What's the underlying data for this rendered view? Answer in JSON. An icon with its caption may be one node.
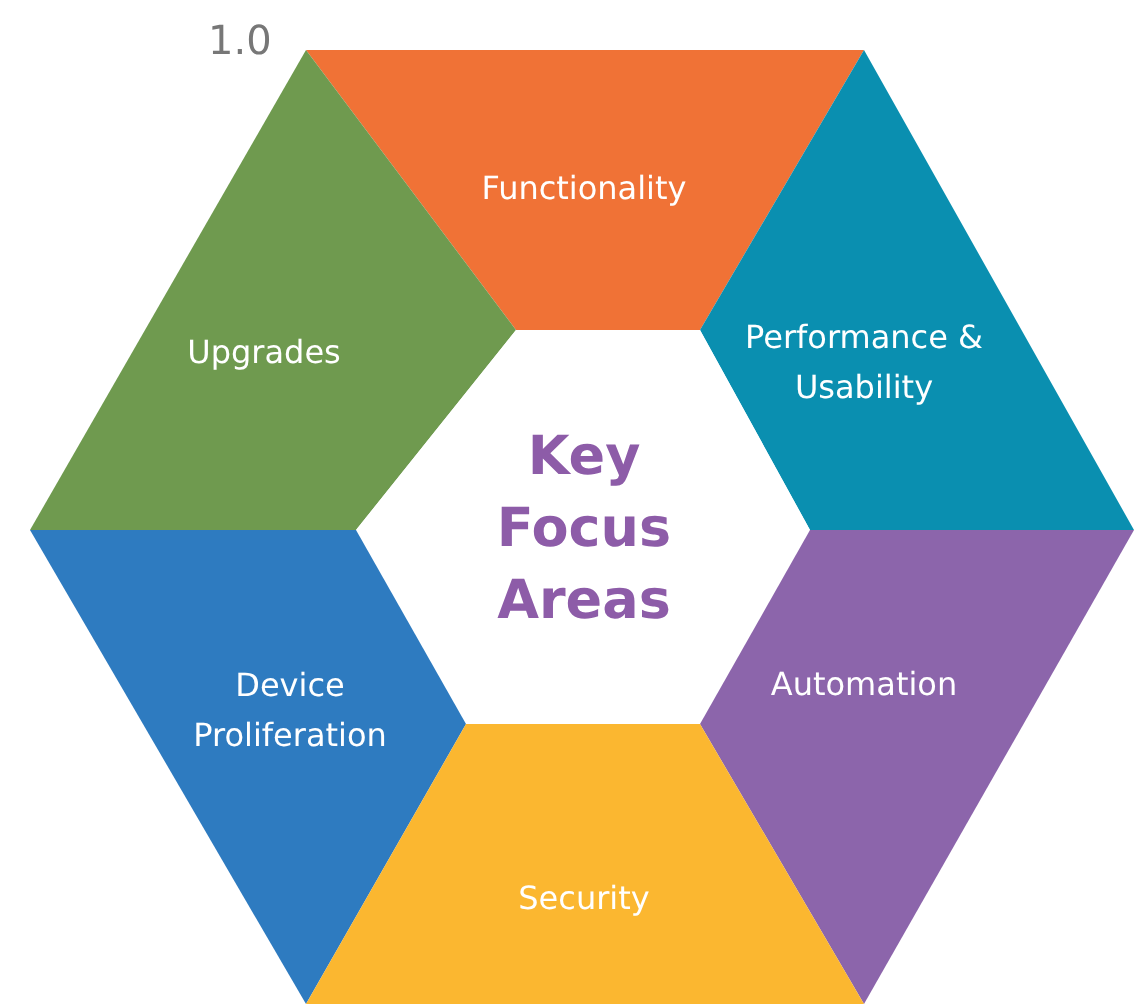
{
  "diagram": {
    "nodes": [
      {
        "text": [
          "Functionality"
        ]
      },
      {
        "text": [
          "Upgrades"
        ]
      },
      {
        "text": [
          "Performance & Usability"
        ]
      },
      {
        "text": [
          "Key Focus Areas"
        ]
      },
      {
        "text": [
          "Device Proliferation"
        ]
      },
      {
        "text": [
          "Automation"
        ]
      },
      {
        "text": [
          "Security"
        ]
      }
    ],
    "edges": [],
    "labels": [
      "1.0"
    ]
  }
}
